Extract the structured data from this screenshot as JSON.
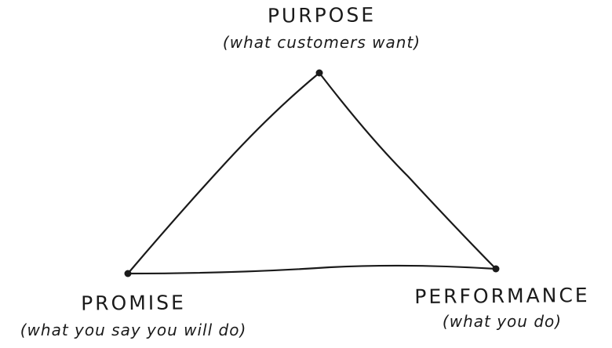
{
  "diagram": {
    "nodes": {
      "purpose": {
        "title": "PURPOSE",
        "subtitle": "(what customers want)"
      },
      "promise": {
        "title": "PROMISE",
        "subtitle": "(what you say you will do)"
      },
      "performance": {
        "title": "PERFORMANCE",
        "subtitle": "(what you do)"
      }
    },
    "edges": [
      [
        "purpose",
        "performance"
      ],
      [
        "performance",
        "promise"
      ],
      [
        "promise",
        "purpose"
      ]
    ],
    "colors": {
      "ink": "#1a1a1a",
      "background": "#ffffff"
    }
  }
}
